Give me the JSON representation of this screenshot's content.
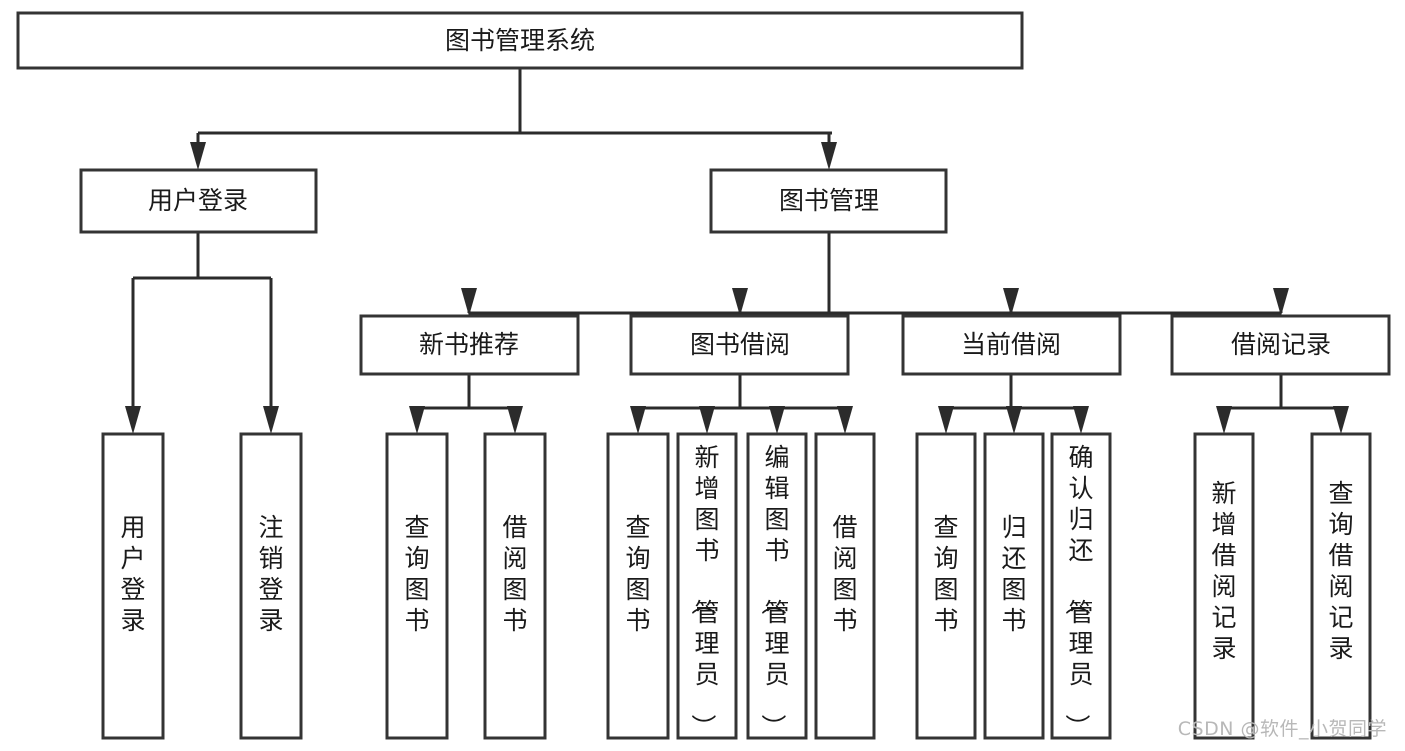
{
  "diagram": {
    "type": "tree",
    "title": "图书管理系统",
    "root": {
      "id": "root",
      "label": "图书管理系统"
    },
    "level2": [
      {
        "id": "user-login",
        "label": "用户登录"
      },
      {
        "id": "book-management",
        "label": "图书管理"
      }
    ],
    "level3": [
      {
        "id": "new-book-recommend",
        "label": "新书推荐",
        "parent": "book-management"
      },
      {
        "id": "book-borrow",
        "label": "图书借阅",
        "parent": "book-management"
      },
      {
        "id": "current-borrow",
        "label": "当前借阅",
        "parent": "book-management"
      },
      {
        "id": "borrow-record",
        "label": "借阅记录",
        "parent": "book-management"
      }
    ],
    "leaves": [
      {
        "id": "leaf-user-login",
        "label": "用户登录",
        "parent": "user-login"
      },
      {
        "id": "leaf-user-logout",
        "label": "注销登录",
        "parent": "user-login"
      },
      {
        "id": "leaf-query-book-1",
        "label": "查询图书",
        "parent": "new-book-recommend"
      },
      {
        "id": "leaf-borrow-book-1",
        "label": "借阅图书",
        "parent": "new-book-recommend"
      },
      {
        "id": "leaf-query-book-2",
        "label": "查询图书",
        "parent": "book-borrow"
      },
      {
        "id": "leaf-add-book",
        "label": "新增图书（管理员）",
        "parent": "book-borrow"
      },
      {
        "id": "leaf-edit-book",
        "label": "编辑图书（管理员）",
        "parent": "book-borrow"
      },
      {
        "id": "leaf-borrow-book-2",
        "label": "借阅图书",
        "parent": "book-borrow"
      },
      {
        "id": "leaf-query-book-3",
        "label": "查询图书",
        "parent": "current-borrow"
      },
      {
        "id": "leaf-return-book",
        "label": "归还图书",
        "parent": "current-borrow"
      },
      {
        "id": "leaf-confirm-return",
        "label": "确认归还（管理员）",
        "parent": "current-borrow"
      },
      {
        "id": "leaf-add-record",
        "label": "新增借阅记录",
        "parent": "borrow-record"
      },
      {
        "id": "leaf-query-record",
        "label": "查询借阅记录",
        "parent": "borrow-record"
      }
    ],
    "colors": {
      "box_stroke": "#343434",
      "connector": "#2b2b2b",
      "background": "#ffffff",
      "text": "#1a1a1a",
      "watermark": "#b8b8b8"
    }
  },
  "watermark": {
    "text": "CSDN @软件_小贺同学"
  }
}
